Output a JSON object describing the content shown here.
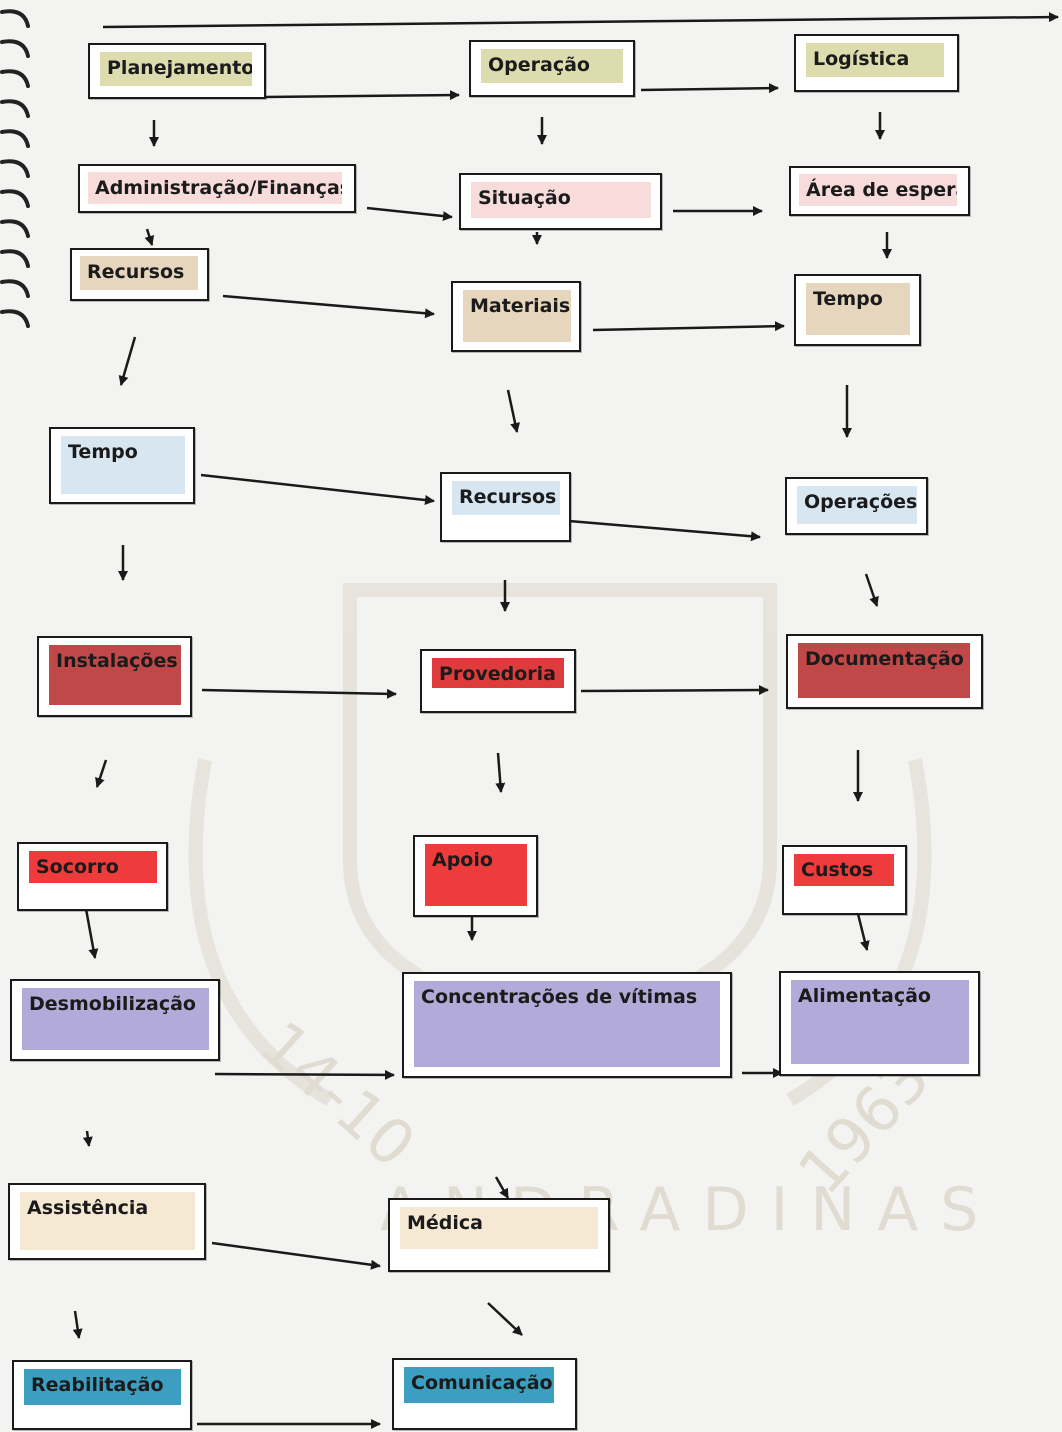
{
  "nodes": {
    "planejamento": "Planejamento",
    "operacao": "Operação",
    "logistica": "Logística",
    "administracao": "Administração/Finanças",
    "situacao": "Situação",
    "area_espera": "Área de espera",
    "recursos1": "Recursos",
    "materiais": "Materiais",
    "tempo1": "Tempo",
    "tempo2": "Tempo",
    "recursos2": "Recursos",
    "operacoes": "Operações",
    "instalacoes": "Instalações",
    "provedoria": "Provedoria",
    "documentacao": "Documentação",
    "socorro": "Socorro",
    "apoio": "Apoio",
    "custos": "Custos",
    "desmobilizacao": "Desmobilização",
    "concentracoes": "Concentrações de vítimas",
    "alimentacao": "Alimentação",
    "assistencia": "Assistência",
    "medica": "Médica",
    "reabilitacao": "Reabilitação",
    "comunicacao": "Comunicação"
  },
  "watermark": {
    "date": "14-10",
    "city": "ANDRADINAS",
    "year": "1963"
  },
  "colors": {
    "olive": "#dcdcae",
    "pink": "#f8dcdc",
    "tan": "#e6d6bd",
    "blue": "#d7e6f0",
    "dark_red": "#c04848",
    "red": "#ee3b3b",
    "purple": "#b2aad8",
    "cream": "#f6e9d4",
    "teal": "#3c9fc2"
  }
}
